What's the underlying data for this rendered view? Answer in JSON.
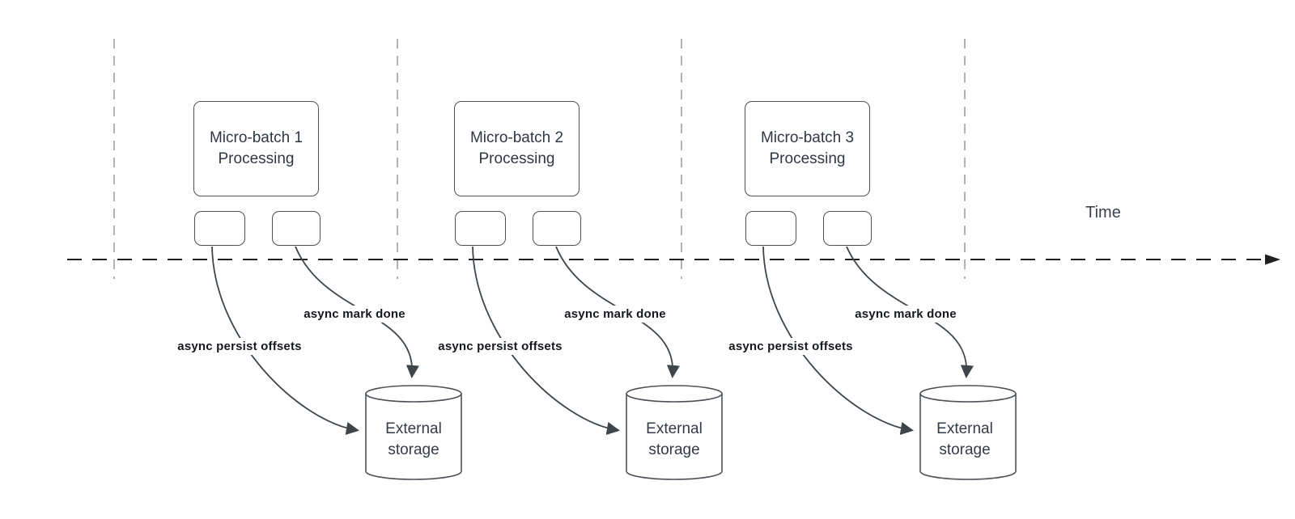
{
  "diagram": {
    "axis": {
      "label": "Time"
    },
    "clusters": [
      {
        "title_line1": "Micro-batch 1",
        "title_line2": "Processing",
        "persist_label": "async persist offsets",
        "done_label": "async mark done",
        "storage_line1": "External",
        "storage_line2": "storage"
      },
      {
        "title_line1": "Micro-batch 2",
        "title_line2": "Processing",
        "persist_label": "async persist offsets",
        "done_label": "async mark done",
        "storage_line1": "External",
        "storage_line2": "storage"
      },
      {
        "title_line1": "Micro-batch 3",
        "title_line2": "Processing",
        "persist_label": "async persist offsets",
        "done_label": "async mark done",
        "storage_line1": "External",
        "storage_line2": "storage"
      }
    ],
    "colors": {
      "shape_stroke": "#4b5157",
      "axis_stroke": "#1f1f1f",
      "gridline_stroke": "#9e9e9e",
      "arrow_stroke": "#3e454b"
    }
  }
}
